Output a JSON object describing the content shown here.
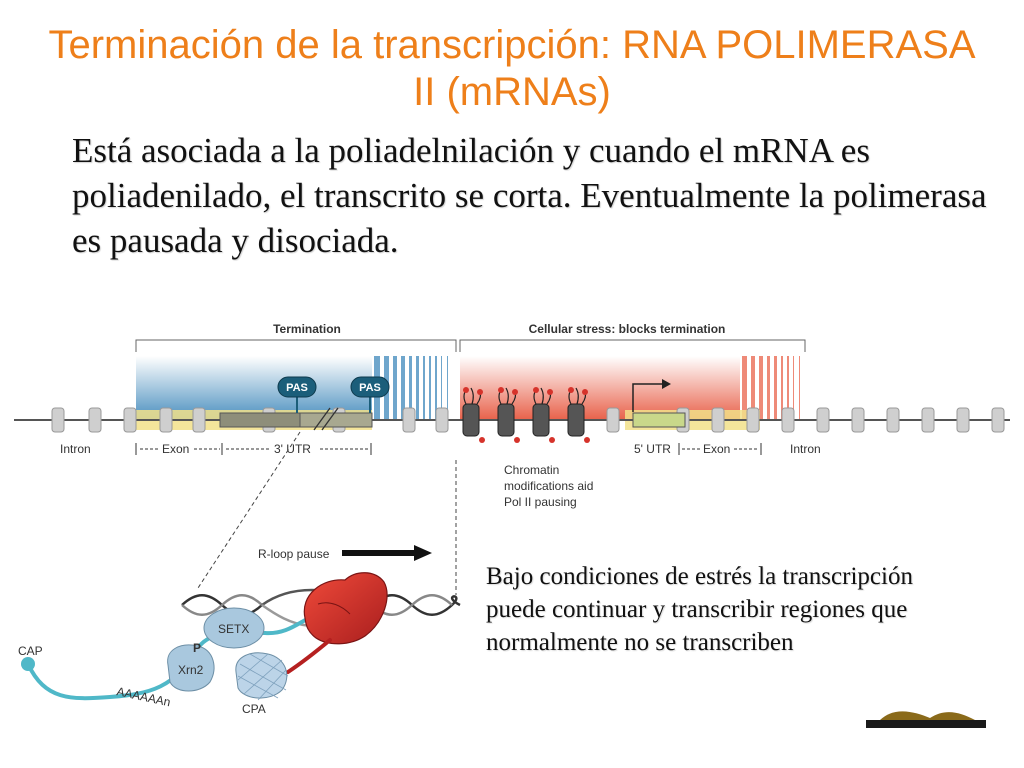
{
  "slide": {
    "title": "Terminación de la transcripción: RNA POLIMERASA II (mRNAs)",
    "body": "Está asociada a la poliadelnilación y cuando el mRNA es poliadenilado, el transcrito se corta. Eventualmente la polimerasa es pausada y disociada.",
    "note": "Bajo condiciones de estrés la transcripción puede continuar y transcribir regiones que normalmente no se transcriben"
  },
  "diagram": {
    "header_left": "Termination",
    "header_right": "Cellular stress: blocks termination",
    "pas1": "PAS",
    "pas2": "PAS",
    "intron_left": "Intron",
    "exon_left": "Exon",
    "utr3": "3' UTR",
    "utr5": "5' UTR",
    "exon_right": "Exon",
    "intron_right": "Intron",
    "chromatin_1": "Chromatin",
    "chromatin_2": "modifications aid",
    "chromatin_3": "Pol II pausing",
    "rloop": "R-loop pause",
    "setx": "SETX",
    "p": "P",
    "xrn2": "Xrn2",
    "cpa": "CPA",
    "cap": "CAP",
    "polya": "AAAAAAn"
  },
  "colors": {
    "title": "#ee7f1a",
    "termination_gradient": "#4a8fbf",
    "stress_gradient": "#e8614a",
    "utr_yellow": "#f2e08a"
  }
}
